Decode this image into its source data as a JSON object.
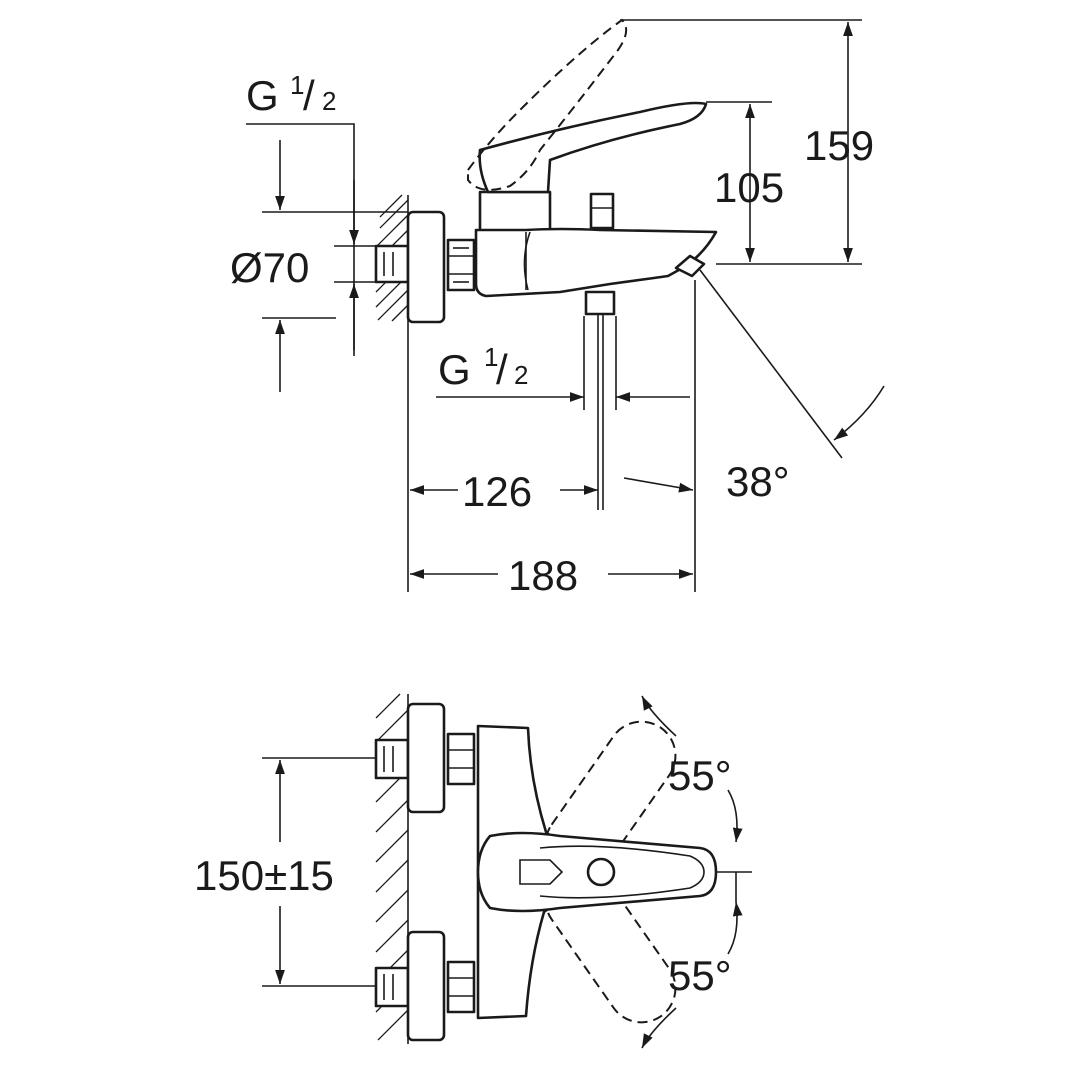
{
  "side_view": {
    "thread_top": {
      "base": "G",
      "num": "1",
      "slash": "/",
      "den": "2"
    },
    "diameter": "Ø70",
    "thread_outlet": {
      "base": "G",
      "num": "1",
      "slash": "/",
      "den": "2"
    },
    "dim_126": "126",
    "dim_188": "188",
    "dim_105": "105",
    "dim_159": "159",
    "angle_outlet": "38°"
  },
  "top_view": {
    "centers": "150±15",
    "angle_up": "55°",
    "angle_down": "55°"
  }
}
